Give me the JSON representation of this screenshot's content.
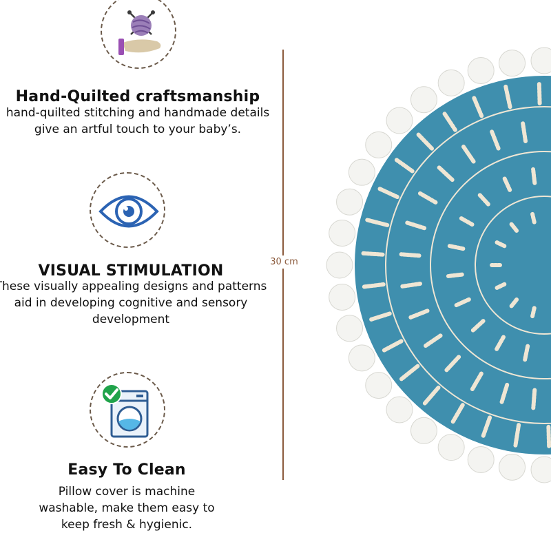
{
  "features": [
    {
      "title": "Hand-Quilted craftsmanship",
      "description": "hand-quilted stitching and handmade details give an artful touch to your baby’s.",
      "icon": "yarn-hand-icon"
    },
    {
      "title": "VISUAL STIMULATION",
      "description": "These visually appealing designs and patterns aid in developing cognitive and sensory development",
      "icon": "eye-icon"
    },
    {
      "title": "Easy To Clean",
      "description": "Pillow cover is machine washable, make them easy to keep fresh & hygienic.",
      "icon": "washing-machine-check-icon"
    }
  ],
  "measurement": {
    "label": "30 cm"
  },
  "product": {
    "name": "round-tassel-pillow-cover",
    "color": "#3f8fae",
    "stitch_color": "#efe6d4"
  },
  "colors": {
    "ring": "#6b5a4a",
    "eye_blue": "#2b63b3",
    "check_green": "#1fa34a",
    "ruler": "#8b5a3c"
  }
}
